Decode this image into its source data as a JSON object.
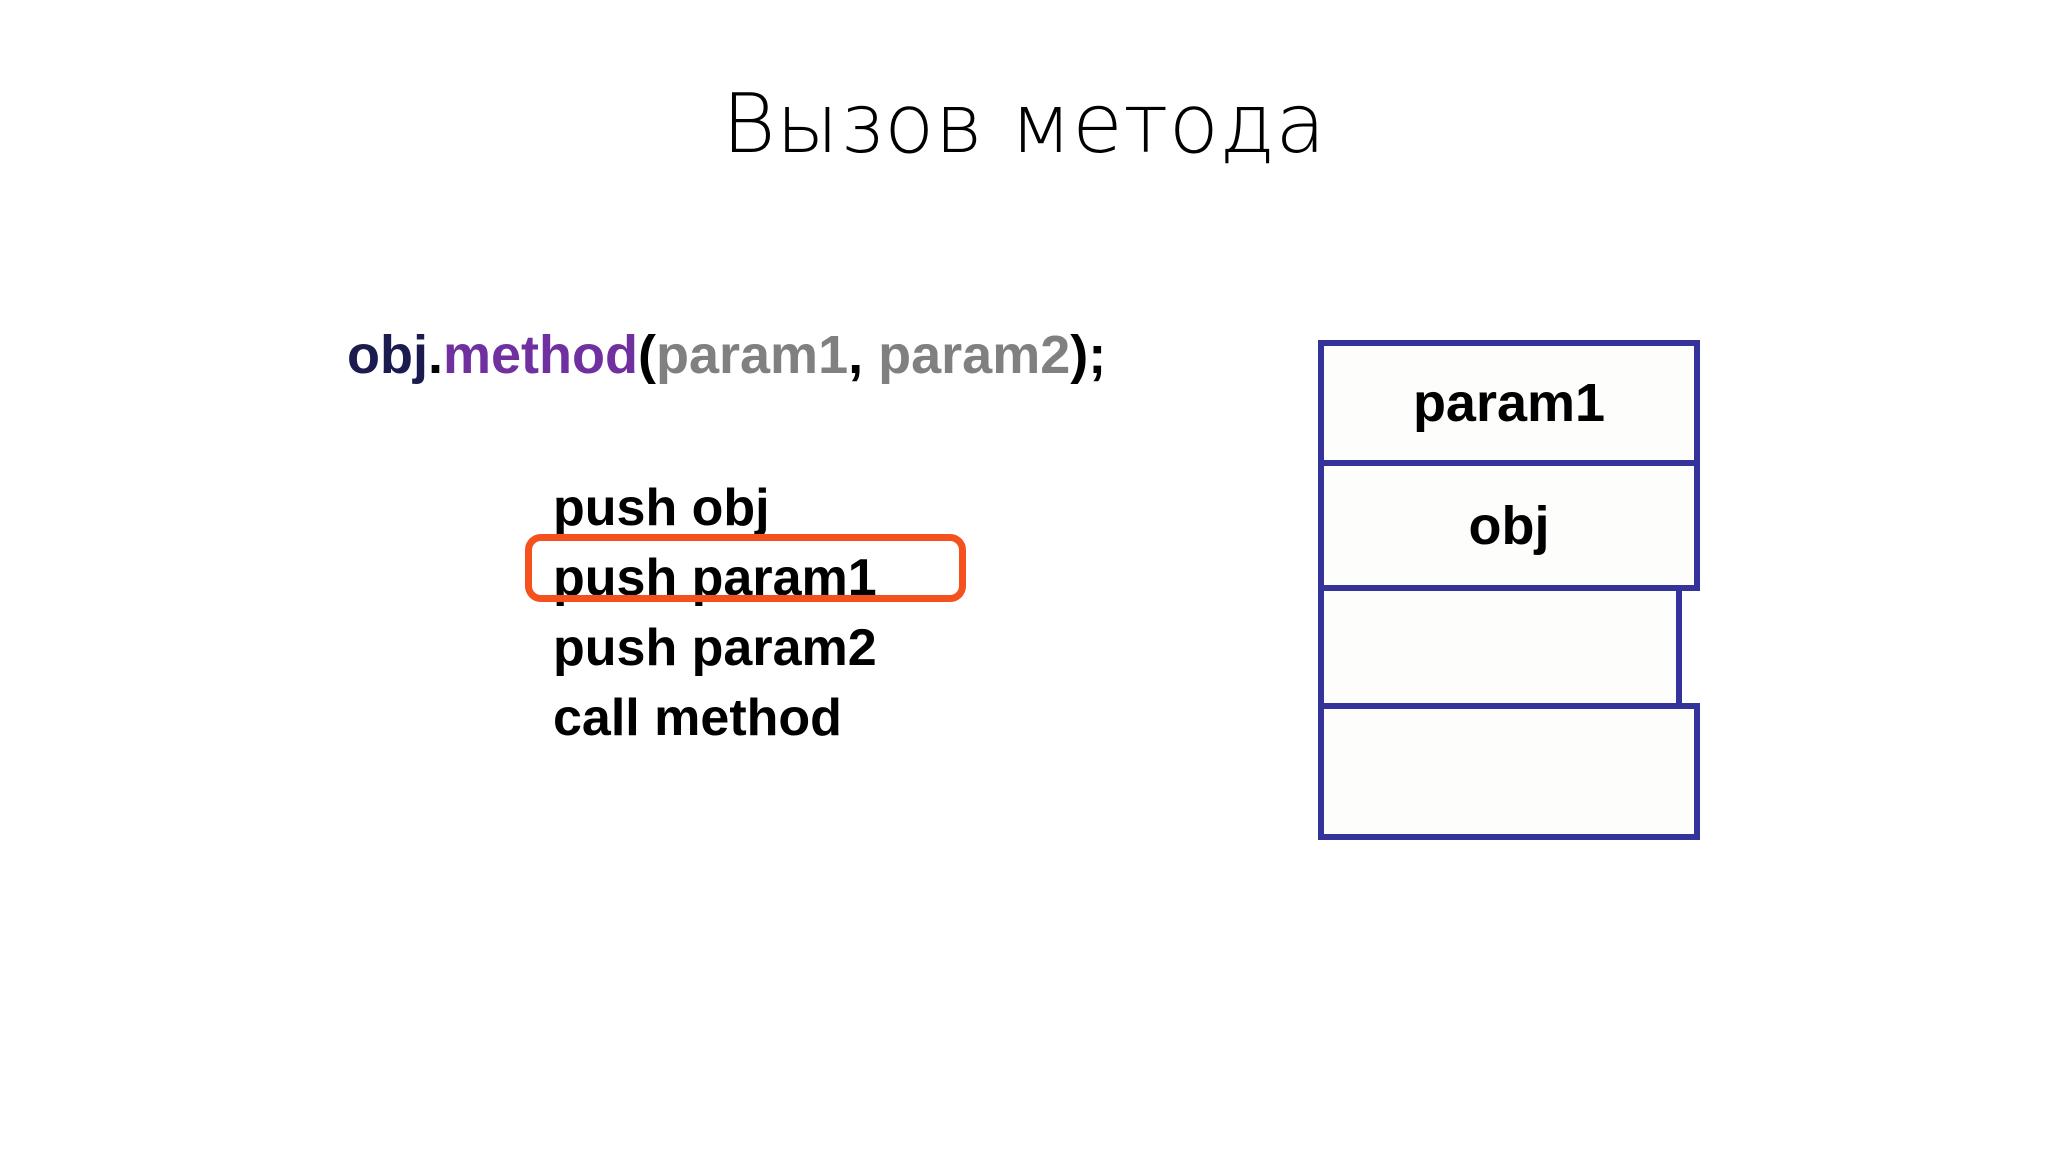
{
  "slide": {
    "title": "Вызов метода",
    "background_color": "#ffffff"
  },
  "code_line": {
    "full_text": "obj.method(param1, param2);",
    "tokens": [
      {
        "text": "obj",
        "color": "#1b1b4f"
      },
      {
        "text": ".",
        "color": "#000000"
      },
      {
        "text": "method",
        "color": "#7030a0"
      },
      {
        "text": "(",
        "color": "#000000"
      },
      {
        "text": "param1",
        "color": "#808080"
      },
      {
        "text": ",",
        "color": "#000000"
      },
      {
        "text": " ",
        "color": "#000000"
      },
      {
        "text": "param2",
        "color": "#808080"
      },
      {
        "text": ")",
        "color": "#000000"
      },
      {
        "text": ";",
        "color": "#000000"
      }
    ],
    "obj_label": "obj",
    "dot_label": ".",
    "method_label": "method",
    "open_paren": "(",
    "param1_label": "param1",
    "comma_label": ",",
    "space_label": " ",
    "param2_label": "param2",
    "close_paren": ")",
    "semicolon": ";"
  },
  "instructions": {
    "lines": [
      {
        "text": "push obj",
        "highlighted": false
      },
      {
        "text": "push param1",
        "highlighted": true
      },
      {
        "text": "push param2",
        "highlighted": false
      },
      {
        "text": "call method",
        "highlighted": false
      }
    ],
    "line_0": "push obj",
    "line_1": "push param1",
    "line_2": "push param2",
    "line_3": "call method",
    "highlight_color": "#f4511e",
    "highlighted_line_index": 1
  },
  "stack": {
    "border_color": "#33339a",
    "fill_color": "#fdfdfc",
    "cells": [
      {
        "label": "param1",
        "empty": false
      },
      {
        "label": "obj",
        "empty": false
      },
      {
        "label": "",
        "empty": true
      },
      {
        "label": "",
        "empty": true
      }
    ],
    "cell_0": "param1",
    "cell_1": "obj",
    "cell_2": "",
    "cell_3": ""
  }
}
